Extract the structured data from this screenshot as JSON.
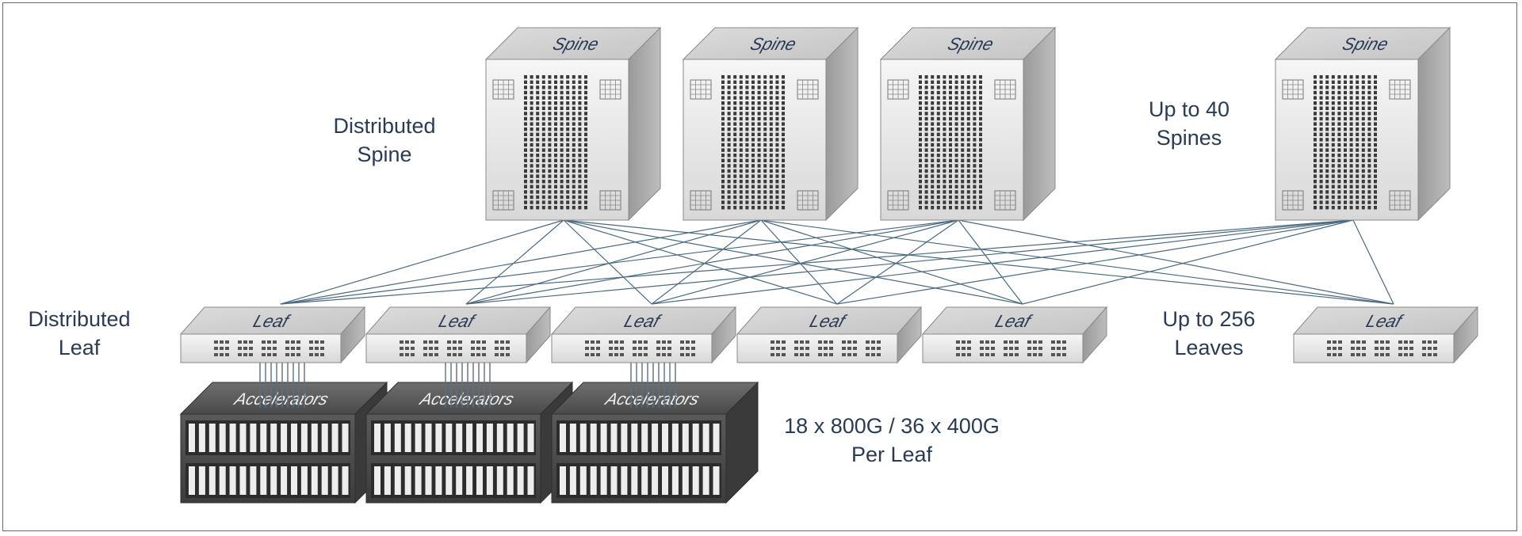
{
  "labels": {
    "distributed_spine": [
      "Distributed",
      "Spine"
    ],
    "spine_count": [
      "Up to 40",
      "Spines"
    ],
    "distributed_leaf": [
      "Distributed",
      "Leaf"
    ],
    "leaf_count": [
      "Up to 256",
      "Leaves"
    ],
    "per_leaf": [
      "18 x 800G / 36 x 400G",
      "Per Leaf"
    ]
  },
  "spines": [
    {
      "label": "Spine"
    },
    {
      "label": "Spine"
    },
    {
      "label": "Spine"
    },
    {
      "label": "Spine"
    }
  ],
  "leaves": [
    {
      "label": "Leaf"
    },
    {
      "label": "Leaf"
    },
    {
      "label": "Leaf"
    },
    {
      "label": "Leaf"
    },
    {
      "label": "Leaf"
    },
    {
      "label": "Leaf"
    }
  ],
  "accelerators": [
    {
      "label": "Accelerators"
    },
    {
      "label": "Accelerators"
    },
    {
      "label": "Accelerators"
    }
  ],
  "colors": {
    "text": "#2a3b55",
    "link": "#4a6a80",
    "frame": "#6a6a6a"
  }
}
